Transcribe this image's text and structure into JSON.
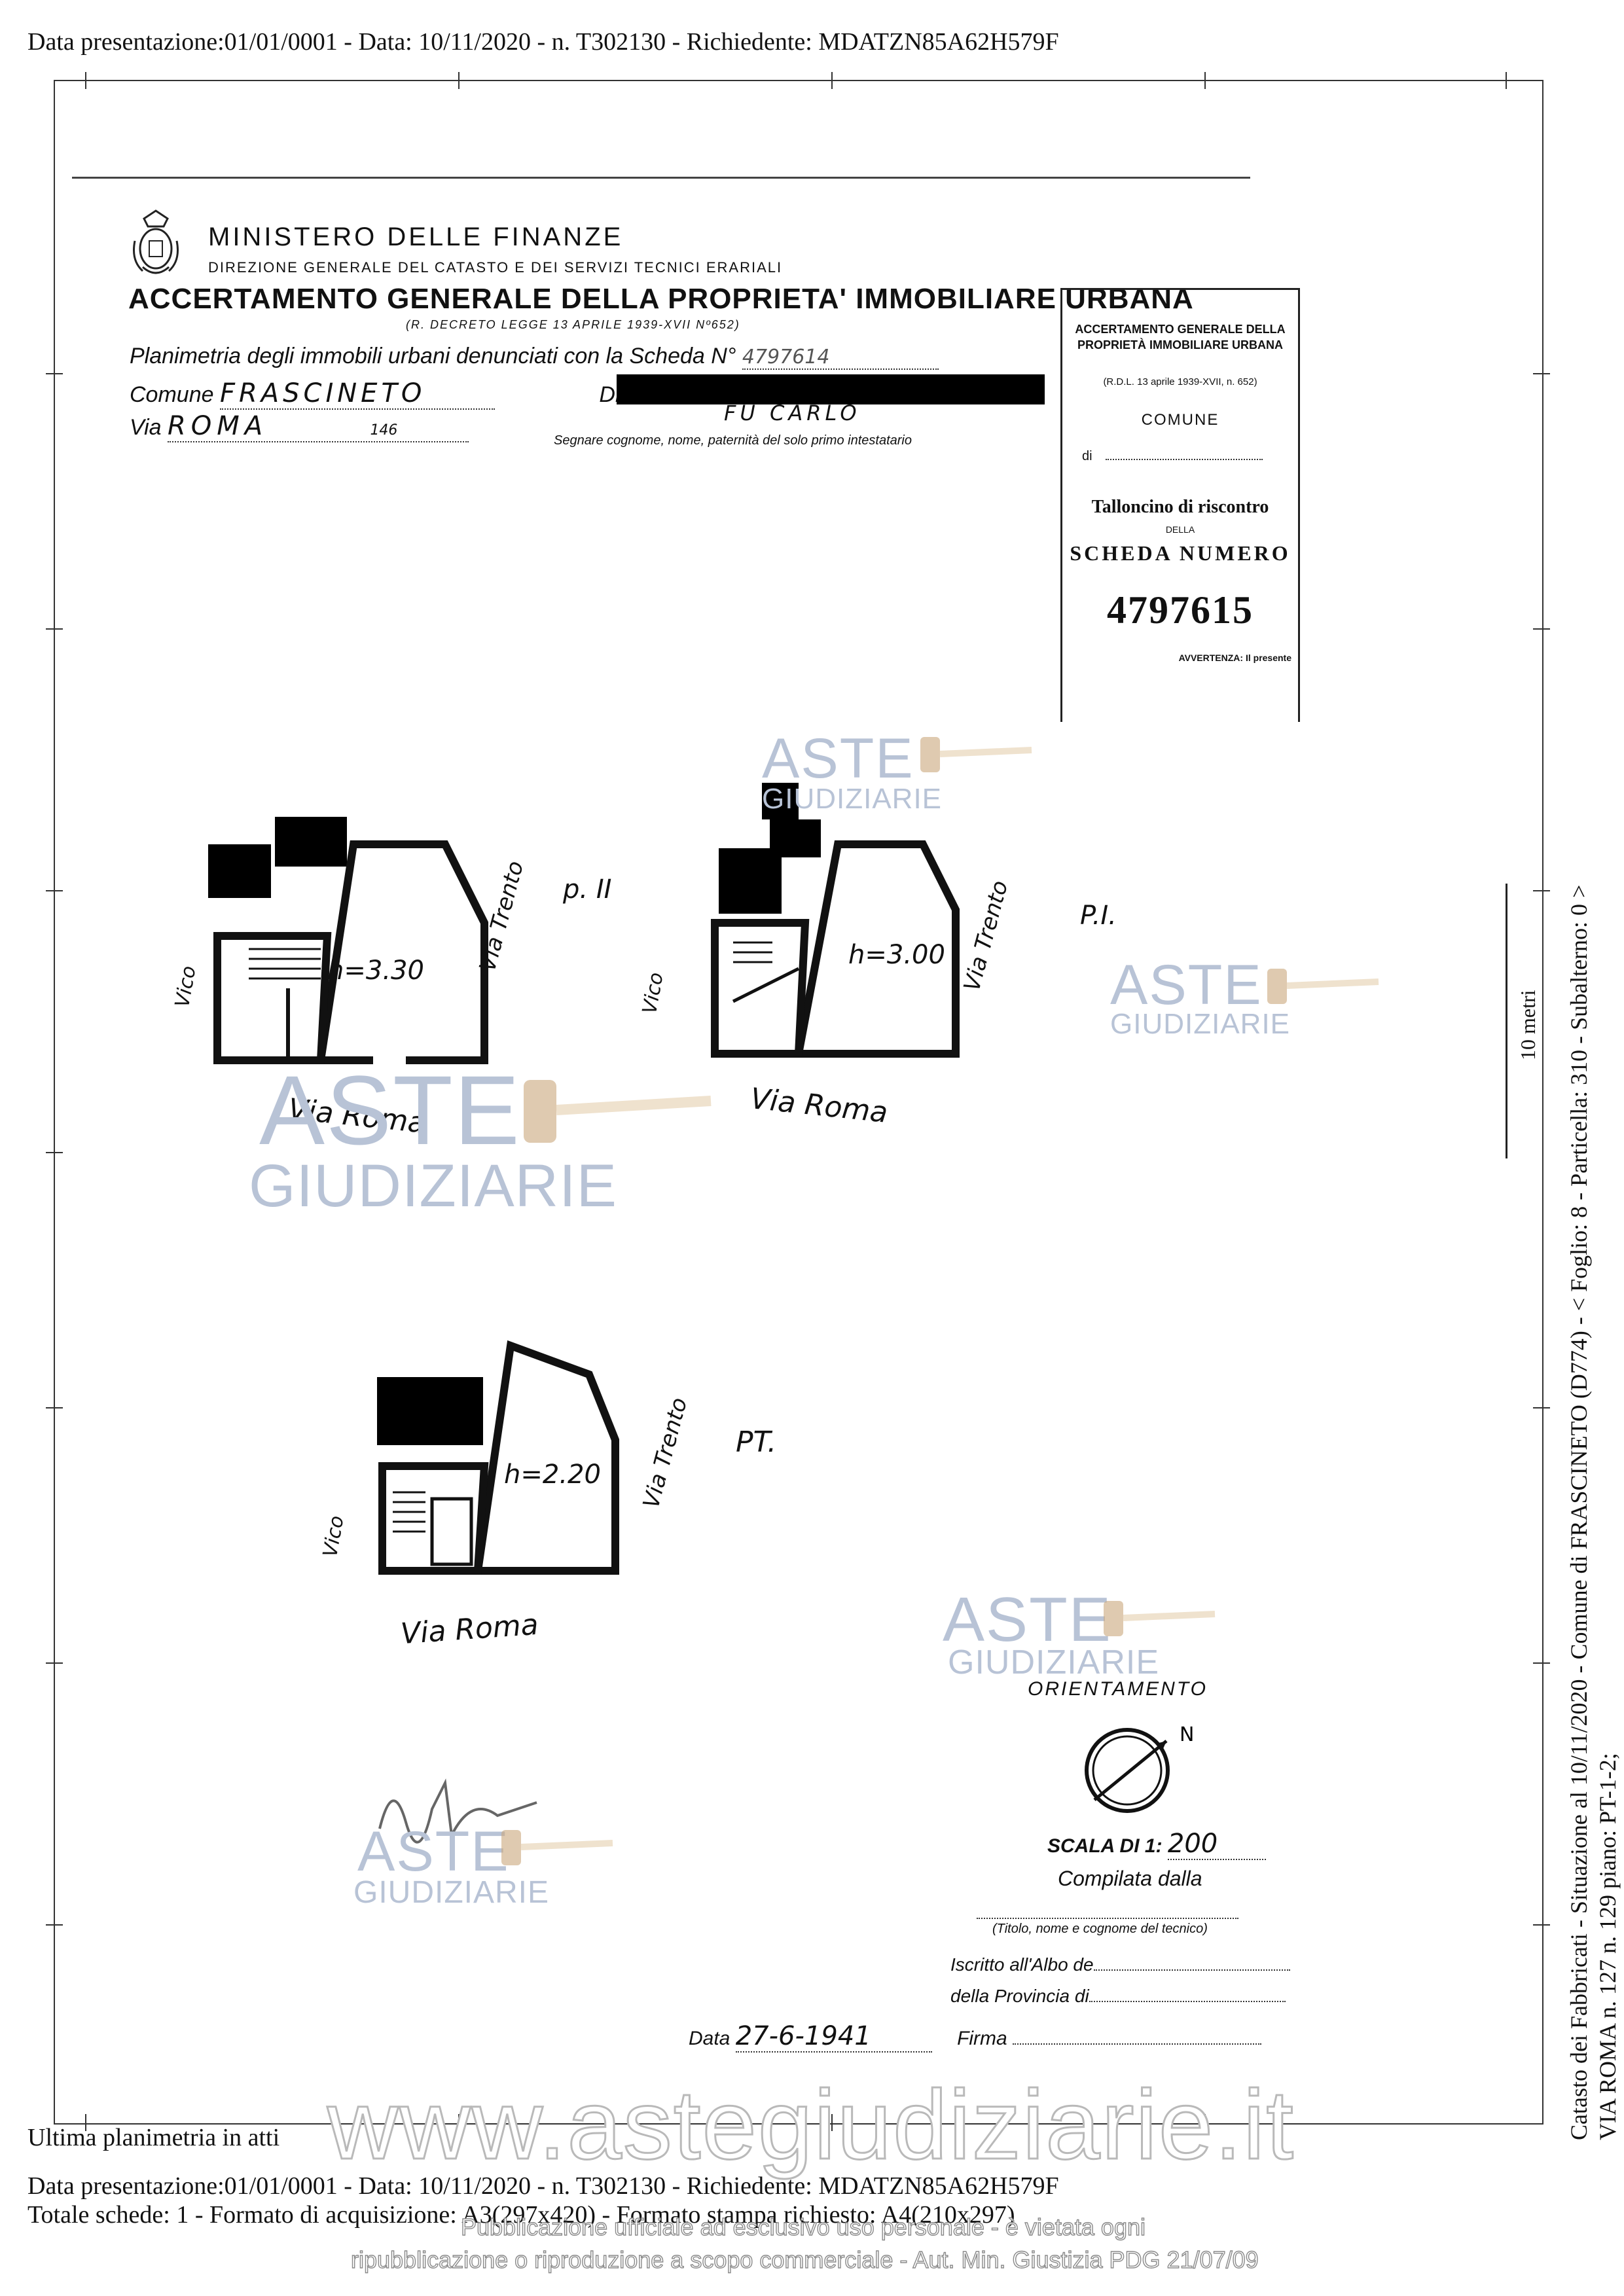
{
  "header": {
    "top_line": "Data presentazione:01/01/0001 - Data: 10/11/2020 - n. T302130 - Richiedente: MDATZN85A62H579F"
  },
  "ministry": {
    "name": "MINISTERO DELLE FINANZE",
    "direction": "DIREZIONE GENERALE DEL CATASTO E DEI SERVIZI TECNICI ERARIALI",
    "main_title": "ACCERTAMENTO GENERALE DELLA PROPRIETA' IMMOBILIARE URBANA",
    "decree": "(R. DECRETO LEGGE 13 APRILE 1939-XVII Nº652)"
  },
  "form": {
    "planimetria_label": "Planimetria degli immobili urbani denunciati con la Scheda N°",
    "scheda_handwritten": "4797614",
    "comune_label": "Comune",
    "comune_value": "FRASCINETO",
    "ditta_label": "Ditta",
    "via_label": "Via",
    "via_value": "ROMA",
    "via_number": "146",
    "owner_handwritten": "FU CARLO",
    "note": "Segnare cognome, nome, paternità del solo primo intestatario"
  },
  "talloncino": {
    "title1": "ACCERTAMENTO GENERALE DELLA",
    "title2": "PROPRIETÀ IMMOBILIARE URBANA",
    "rdl": "(R.D.L. 13 aprile 1939-XVII, n. 652)",
    "comune": "COMUNE",
    "di": "di",
    "tallon": "Talloncino di riscontro",
    "della": "DELLA",
    "scheda": "SCHEDA NUMERO",
    "number": "4797615",
    "footer": "AVVERTENZA: Il presente"
  },
  "plans": [
    {
      "floor": "p. II",
      "height": "h=3.30",
      "vico": "Vico",
      "street": "Via Roma",
      "side": "Via Trento"
    },
    {
      "floor": "P.I.",
      "height": "h=3.00",
      "vico": "Vico",
      "street": "Via Roma",
      "side": "Via Trento"
    },
    {
      "floor": "PT.",
      "height": "h=2.20",
      "vico": "Vico",
      "street": "Via Roma",
      "side": "Via Trento"
    }
  ],
  "scale_bar": {
    "label": "10 metri"
  },
  "bottom_form": {
    "orientamento": "ORIENTAMENTO",
    "scala_label": "SCALA DI 1:",
    "scala_value": "200",
    "compilata": "Compilata dalla",
    "titolo_note": "(Titolo, nome e cognome del tecnico)",
    "iscritto": "Iscritto all'Albo de",
    "provincia": "della Provincia di",
    "data_label": "Data",
    "data_value": "27-6-1941",
    "firma_label": "Firma"
  },
  "watermark": {
    "aste": "ASTE",
    "giudiziarie": "GIUDIZIARIE",
    "url": "www.astegiudiziarie.it",
    "notice1": "Pubblicazione ufficiale ad esclusivo uso personale - è vietata ogni",
    "notice2": "ripubblicazione o riproduzione a scopo commerciale - Aut. Min. Giustizia PDG 21/07/09"
  },
  "side_text": {
    "line1": "Catasto dei Fabbricati - Situazione al 10/11/2020 - Comune di FRASCINETO (D774) - < Foglio: 8 - Particella: 310 - Subalterno: 0 >",
    "line2": "VIA ROMA n. 127 n. 129 piano: PT-1-2;"
  },
  "footer": {
    "ultima": "Ultima planimetria in atti",
    "line1": "Data presentazione:01/01/0001 - Data: 10/11/2020 - n. T302130 - Richiedente: MDATZN85A62H579F",
    "line2": "Totale schede: 1 - Formato di acquisizione: A3(297x420) - Formato stampa richiesto: A4(210x297)"
  }
}
